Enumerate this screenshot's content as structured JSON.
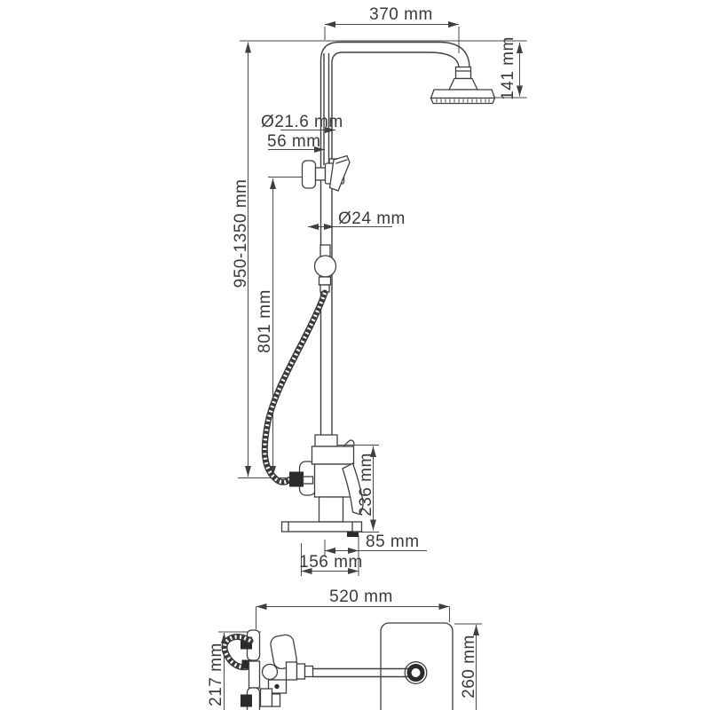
{
  "diagram": {
    "type": "technical-drawing",
    "subject": "shower system with rain head, hand shower and bath spout mixer",
    "unit": "mm",
    "colors": {
      "line": "#3f3f3f",
      "text": "#3a3a3a",
      "background": "#ffffff",
      "fill_dark": "#2b2b2b"
    },
    "views": [
      "front elevation",
      "top view"
    ]
  },
  "dims": {
    "arm_width": "370 mm",
    "head_height": "141 mm",
    "upper_pipe_diameter": "Ø21.6 mm",
    "holder_offset": "56 mm",
    "lower_pipe_diameter": "Ø24 mm",
    "column_height_range": "950-1350 mm",
    "hose_height": "801 mm",
    "mixer_height": "236 mm",
    "spout_reach": "85 mm",
    "spout_depth": "156 mm",
    "overall_depth": "520 mm",
    "head_plate_depth": "260 mm",
    "body_depth": "217 mm"
  }
}
